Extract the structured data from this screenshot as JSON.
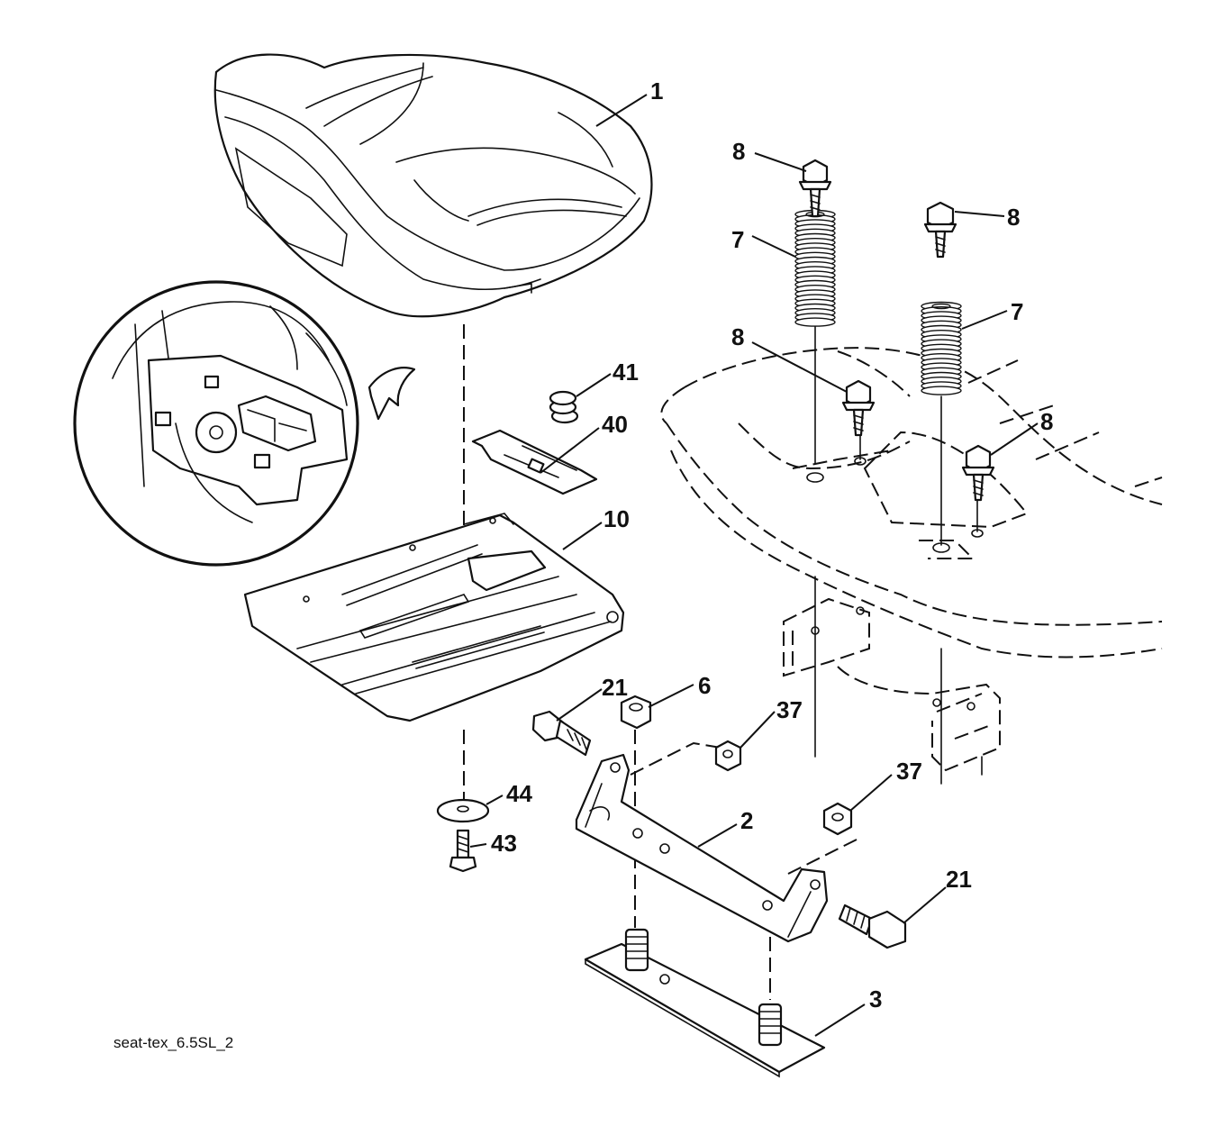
{
  "callouts": {
    "c1": "1",
    "c2": "2",
    "c3": "3",
    "c6": "6",
    "c7a": "7",
    "c7b": "7",
    "c8a": "8",
    "c8b": "8",
    "c8c": "8",
    "c8d": "8",
    "c10": "10",
    "c21a": "21",
    "c21b": "21",
    "c37a": "37",
    "c37b": "37",
    "c40": "40",
    "c41": "41",
    "c43": "43",
    "c44": "44"
  },
  "caption": "seat-tex_6.5SL_2"
}
